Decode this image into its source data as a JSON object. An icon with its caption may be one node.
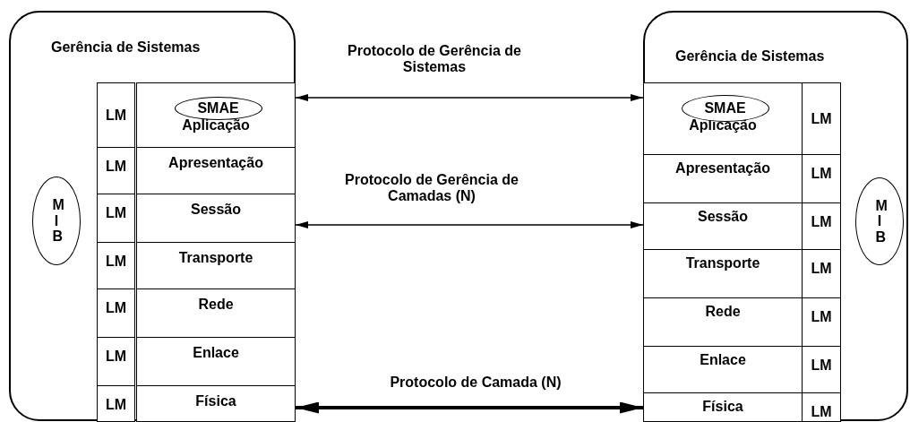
{
  "diagram": {
    "nodes": [
      {
        "text": [
          "Gerência de Sistemas"
        ]
      },
      {
        "text": [
          "MIB"
        ],
        "in": 0
      },
      {
        "text": [
          "LM"
        ],
        "in": 0
      },
      {
        "text": [
          "Aplicação"
        ],
        "in": 0
      },
      {
        "text": [
          "SMAE"
        ],
        "in": 3
      },
      {
        "text": [
          "LM"
        ],
        "in": 0
      },
      {
        "text": [
          "Apresentação"
        ],
        "in": 0
      },
      {
        "text": [
          "LM"
        ],
        "in": 0
      },
      {
        "text": [
          "Sessão"
        ],
        "in": 0
      },
      {
        "text": [
          "LM"
        ],
        "in": 0
      },
      {
        "text": [
          "Transporte"
        ],
        "in": 0
      },
      {
        "text": [
          "LM"
        ],
        "in": 0
      },
      {
        "text": [
          "Rede"
        ],
        "in": 0
      },
      {
        "text": [
          "LM"
        ],
        "in": 0
      },
      {
        "text": [
          "Enlace"
        ],
        "in": 0
      },
      {
        "text": [
          "LM"
        ],
        "in": 0
      },
      {
        "text": [
          "Física"
        ],
        "in": 0
      },
      {
        "text": [
          "Gerência de Sistemas"
        ]
      },
      {
        "text": [
          "Aplicação"
        ],
        "in": 17
      },
      {
        "text": [
          "SMAE"
        ],
        "in": 18
      },
      {
        "text": [
          "LM"
        ],
        "in": 17
      },
      {
        "text": [
          "Apresentação"
        ],
        "in": 17
      },
      {
        "text": [
          "LM"
        ],
        "in": 17
      },
      {
        "text": [
          "Sessão"
        ],
        "in": 17
      },
      {
        "text": [
          "LM"
        ],
        "in": 17
      },
      {
        "text": [
          "Transporte"
        ],
        "in": 17
      },
      {
        "text": [
          "LM"
        ],
        "in": 17
      },
      {
        "text": [
          "Rede"
        ],
        "in": 17
      },
      {
        "text": [
          "LM"
        ],
        "in": 17
      },
      {
        "text": [
          "Enlace"
        ],
        "in": 17
      },
      {
        "text": [
          "LM"
        ],
        "in": 17
      },
      {
        "text": [
          "Física"
        ],
        "in": 17
      },
      {
        "text": [
          "LM"
        ],
        "in": 17
      },
      {
        "text": [
          "MIB"
        ],
        "in": 17
      }
    ],
    "edges": [
      {
        "from": 3,
        "to": 18,
        "arrow": "both",
        "label": "Protocolo de Gerência de Sistemas"
      },
      {
        "from": 8,
        "to": 23,
        "arrow": "both",
        "label": "Protocolo de Gerência de Camadas (N)"
      },
      {
        "from": 16,
        "to": 31,
        "arrow": "both",
        "label": "Protocolo de Camada (N)",
        "style": "thick"
      }
    ]
  }
}
